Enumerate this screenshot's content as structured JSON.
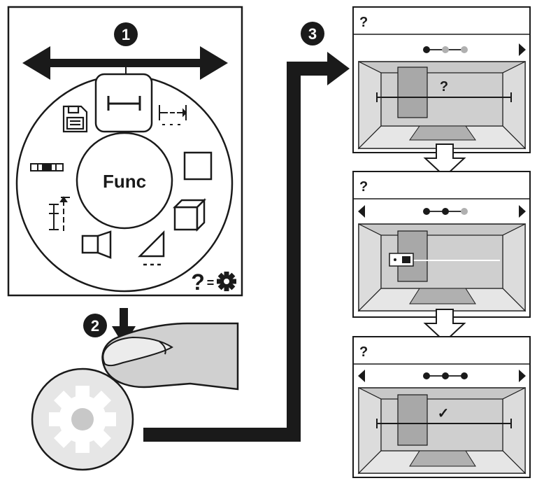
{
  "wheel": {
    "center_label": "Func",
    "help_symbol": "?",
    "equals_symbol": "=",
    "icons": [
      "length-icon",
      "indirect-length-icon",
      "area-icon",
      "volume-icon",
      "indirect-height-icon",
      "wall-area-icon",
      "continuous-icon",
      "level-icon",
      "memory-icon"
    ]
  },
  "steps": {
    "one": "1",
    "two": "2",
    "three": "3"
  },
  "screens": [
    {
      "header": "?",
      "progress_filled": 1,
      "progress_total": 3,
      "nav_left": false,
      "nav_right": true,
      "content": "?"
    },
    {
      "header": "?",
      "progress_filled": 2,
      "progress_total": 3,
      "nav_left": true,
      "nav_right": true,
      "content": ""
    },
    {
      "header": "?",
      "progress_filled": 3,
      "progress_total": 3,
      "nav_left": true,
      "nav_right": true,
      "content": "✓"
    }
  ],
  "colors": {
    "ink": "#1a1a1a",
    "gray_fill": "#c8c8c8",
    "light_fill": "#e6e6e6",
    "door_fill": "#a8a8a8"
  }
}
